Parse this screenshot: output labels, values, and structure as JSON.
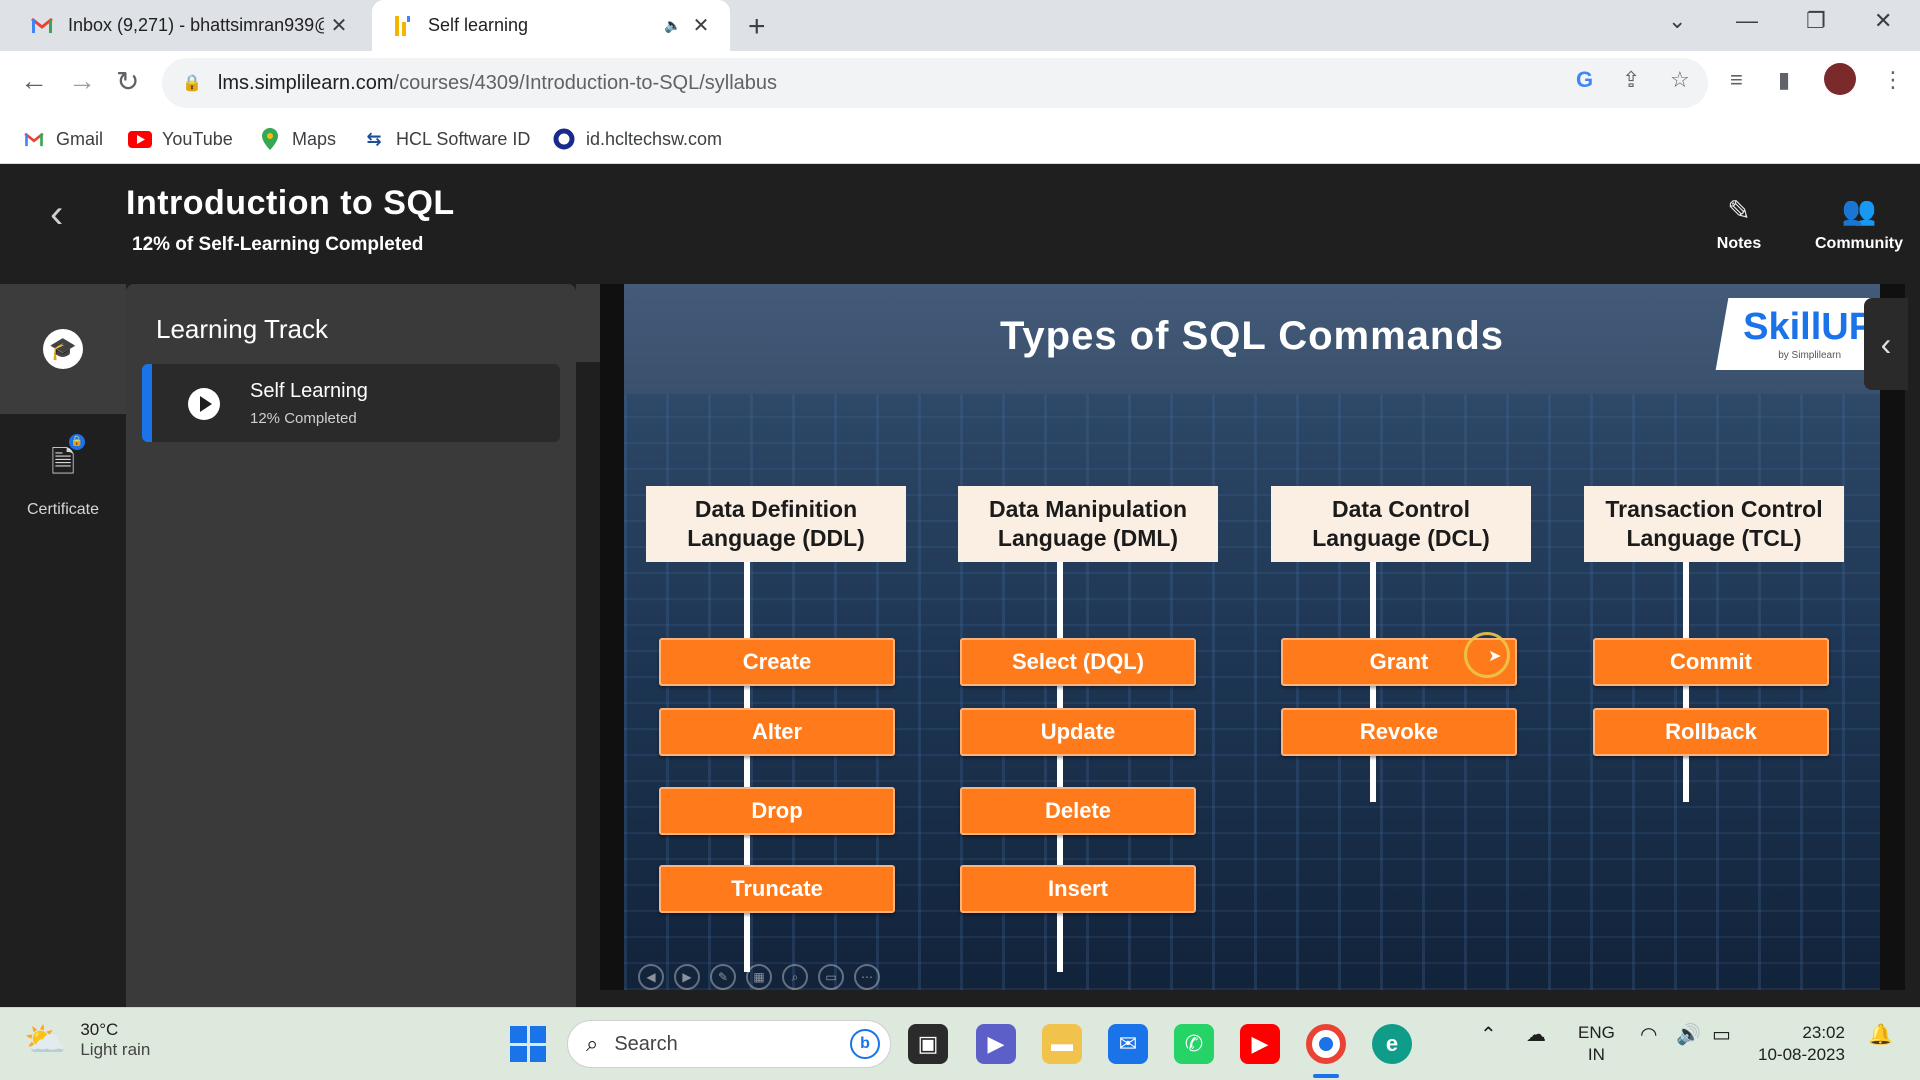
{
  "browser": {
    "tabs": [
      {
        "title": "Inbox (9,271) - bhattsimran939@",
        "icon": "gmail-icon",
        "active": false
      },
      {
        "title": "Self learning",
        "icon": "simplilearn-icon",
        "active": true
      }
    ],
    "url_host": "lms.simplilearn.com",
    "url_path": "/courses/4309/Introduction-to-SQL/syllabus",
    "bookmarks": [
      {
        "label": "Gmail",
        "icon": "gmail-icon"
      },
      {
        "label": "YouTube",
        "icon": "youtube-icon"
      },
      {
        "label": "Maps",
        "icon": "maps-icon"
      },
      {
        "label": "HCL Software ID",
        "icon": "hcl-icon"
      },
      {
        "label": "id.hcltechsw.com",
        "icon": "circle-icon"
      }
    ]
  },
  "course": {
    "title": "Introduction to SQL",
    "progress_text": "12% of Self-Learning Completed",
    "actions": {
      "notes": "Notes",
      "community": "Community"
    }
  },
  "rail": {
    "certificate_label": "Certificate"
  },
  "track": {
    "heading": "Learning Track",
    "items": [
      {
        "name": "Self Learning",
        "progress": "12% Completed"
      }
    ]
  },
  "slide": {
    "title": "Types of SQL Commands",
    "logo": "SkillUP",
    "logo_by": "by Simplilearn",
    "columns": [
      {
        "heading": "Data Definition\nLanguage (DDL)",
        "commands": [
          "Create",
          "Alter",
          "Drop",
          "Truncate"
        ]
      },
      {
        "heading": "Data Manipulation\nLanguage (DML)",
        "commands": [
          "Select (DQL)",
          "Update",
          "Delete",
          "Insert"
        ]
      },
      {
        "heading": "Data Control\nLanguage (DCL)",
        "commands": [
          "Grant",
          "Revoke"
        ]
      },
      {
        "heading": "Transaction Control\nLanguage (TCL)",
        "commands": [
          "Commit",
          "Rollback"
        ]
      }
    ]
  },
  "taskbar": {
    "weather_temp": "30°C",
    "weather_desc": "Light rain",
    "search_placeholder": "Search",
    "lang_line1": "ENG",
    "lang_line2": "IN",
    "time": "23:02",
    "date": "10-08-2023"
  },
  "colors": {
    "accent": "#1a73e8",
    "command_orange": "#ff7a1a",
    "heading_box": "#fbefe3"
  }
}
